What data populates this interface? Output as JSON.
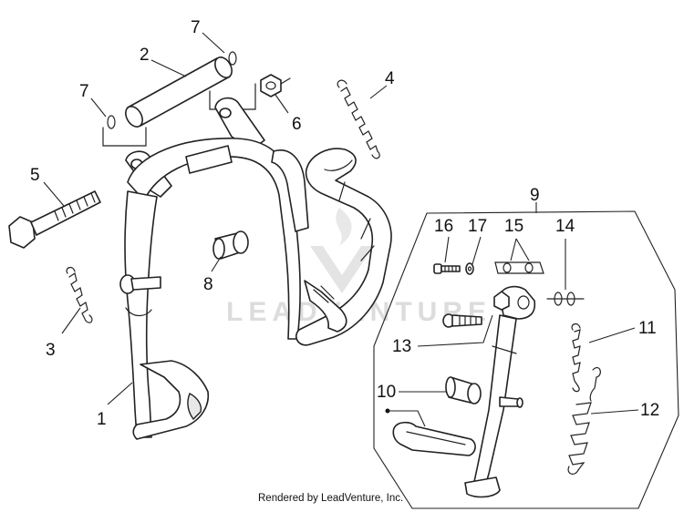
{
  "callouts": {
    "c1": "1",
    "c2": "2",
    "c3": "3",
    "c4": "4",
    "c5": "5",
    "c6": "6",
    "c7a": "7",
    "c7b": "7",
    "c8": "8",
    "c9": "9",
    "c10": "10",
    "c11": "11",
    "c12": "12",
    "c13": "13",
    "c14": "14",
    "c15": "15",
    "c16": "16",
    "c17": "17"
  },
  "watermark": "LEADVENTURE",
  "footer": {
    "credit": "Rendered by LeadVenture, Inc."
  }
}
